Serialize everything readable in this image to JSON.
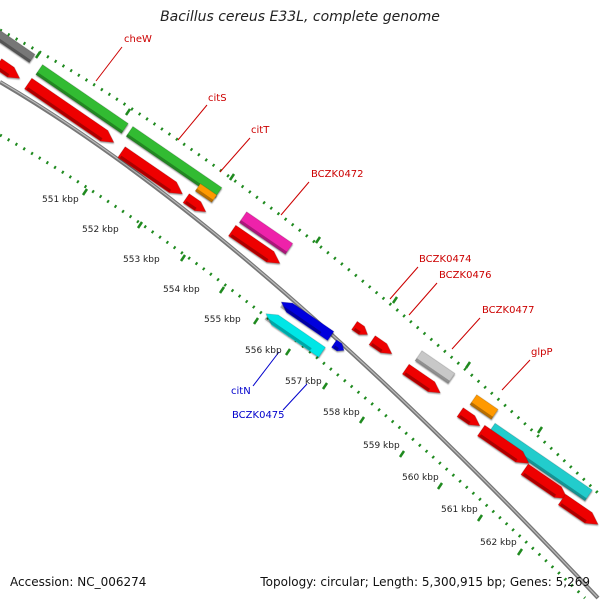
{
  "title": "Bacillus cereus E33L, complete genome",
  "footer": {
    "accession": "Accession: NC_006274",
    "summary": "Topology: circular; Length: 5,300,915 bp; Genes: 5,269"
  },
  "colors": {
    "backbone": "#777777",
    "tick": "#1f8a1f",
    "label_red": "#cc0000",
    "label_blue": "#0000cc",
    "red": "#ee0000",
    "green": "#33bb33",
    "gray": "#777777",
    "light_gray": "#c8c8c8",
    "orange": "#ff9900",
    "magenta": "#ee22aa",
    "cyan": "#00e6e6",
    "blue": "#0000dd",
    "teal": "#22cccc"
  },
  "ticks": [
    "551 kbp",
    "552 kbp",
    "553 kbp",
    "554 kbp",
    "555 kbp",
    "556 kbp",
    "557 kbp",
    "558 kbp",
    "559 kbp",
    "560 kbp",
    "561 kbp",
    "562 kbp"
  ],
  "gene_labels": [
    "cheW",
    "citS",
    "citT",
    "BCZK0472",
    "BCZK0474",
    "BCZK0476",
    "BCZK0477",
    "glpP",
    "citN",
    "BCZK0475"
  ]
}
